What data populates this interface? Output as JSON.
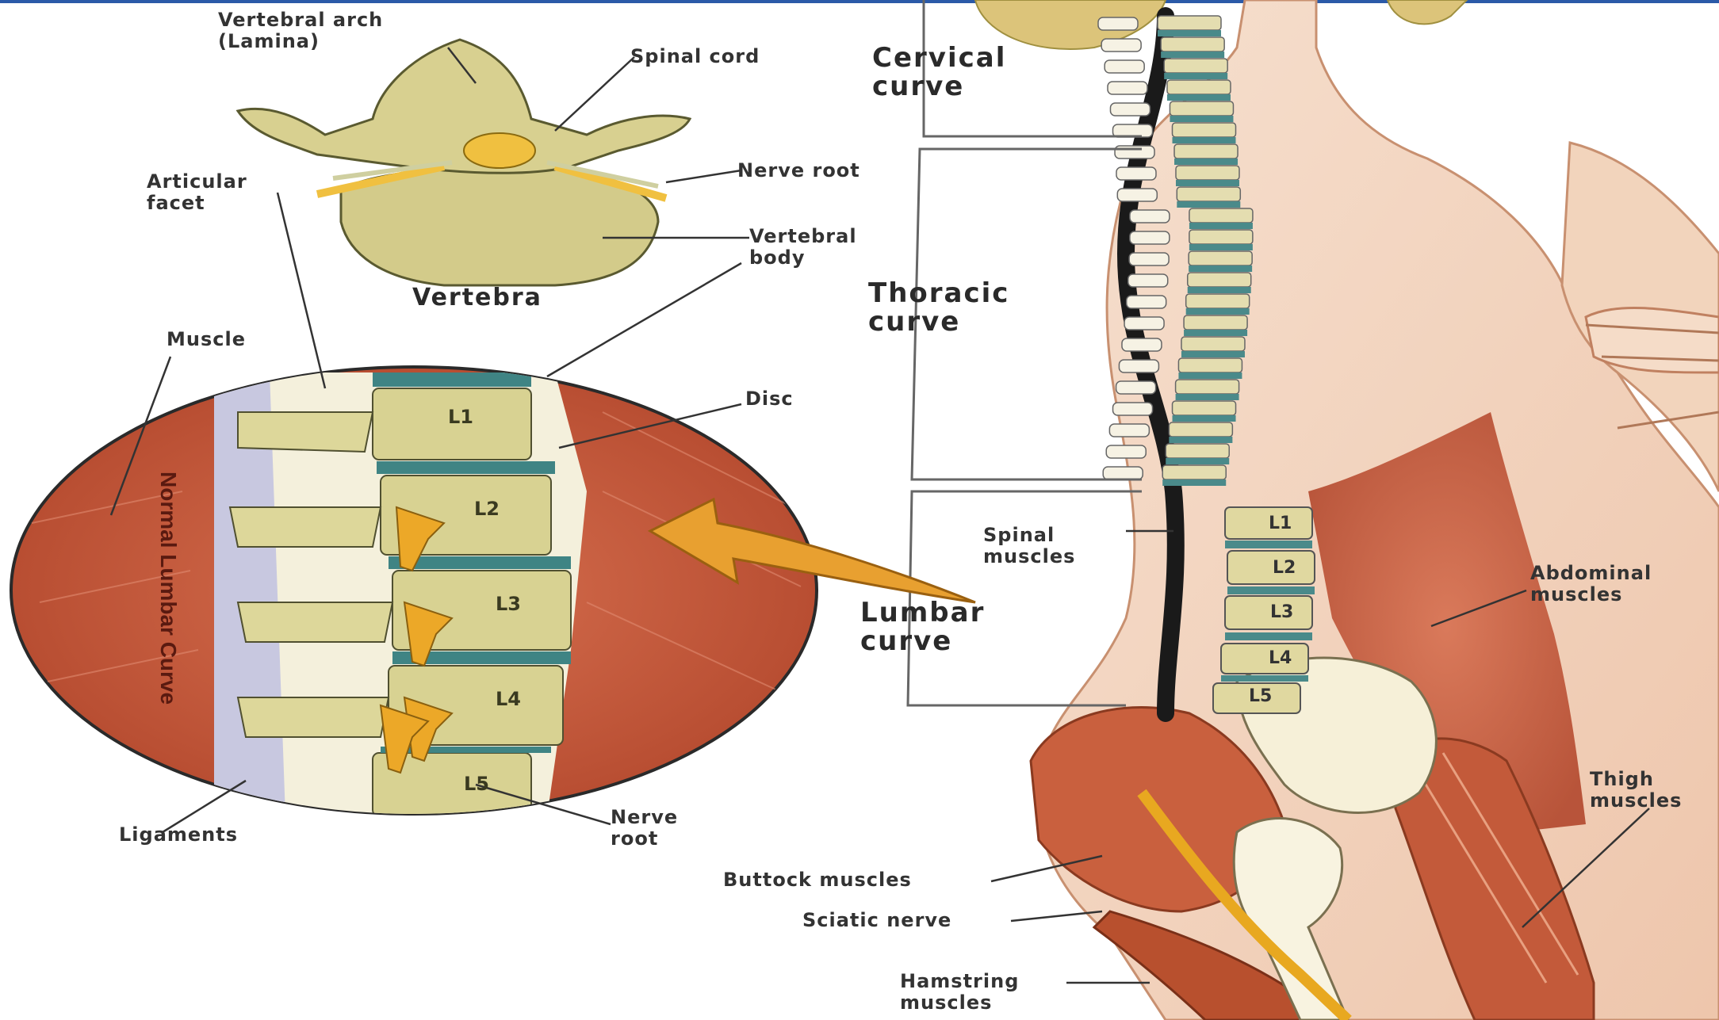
{
  "labels": {
    "vertebral_arch": "Vertebral arch\n(Lamina)",
    "spinal_cord": "Spinal cord",
    "articular_facet": "Articular\nfacet",
    "nerve_root_top": "Nerve root",
    "vertebral_body": "Vertebral\nbody",
    "vertebra": "Vertebra",
    "muscle": "Muscle",
    "disc": "Disc",
    "normal_lumbar_curve": "Normal Lumbar Curve",
    "ligaments": "Ligaments",
    "nerve_root_bottom": "Nerve\nroot",
    "cervical_curve": "Cervical\ncurve",
    "thoracic_curve": "Thoracic\ncurve",
    "lumbar_curve": "Lumbar\ncurve",
    "spinal_muscles": "Spinal\nmuscles",
    "abdominal_muscles": "Abdominal\nmuscles",
    "thigh_muscles": "Thigh\nmuscles",
    "buttock_muscles": "Buttock muscles",
    "sciatic_nerve": "Sciatic nerve",
    "hamstring_muscles": "Hamstring\nmuscles"
  },
  "inset_vertebrae": [
    "L1",
    "L2",
    "L3",
    "L4",
    "L5"
  ],
  "spine_vertebrae": [
    "L1",
    "L2",
    "L3",
    "L4",
    "L5"
  ],
  "colors": {
    "muscle": "#c2583a",
    "bone": "#d8d08a",
    "disc": "#4a8a8a",
    "nerve": "#e8a020",
    "skin": "#f3d8c4",
    "hair": "#d8c070",
    "arrow": "#e8a030",
    "frame_top": "#2b5aa8"
  }
}
